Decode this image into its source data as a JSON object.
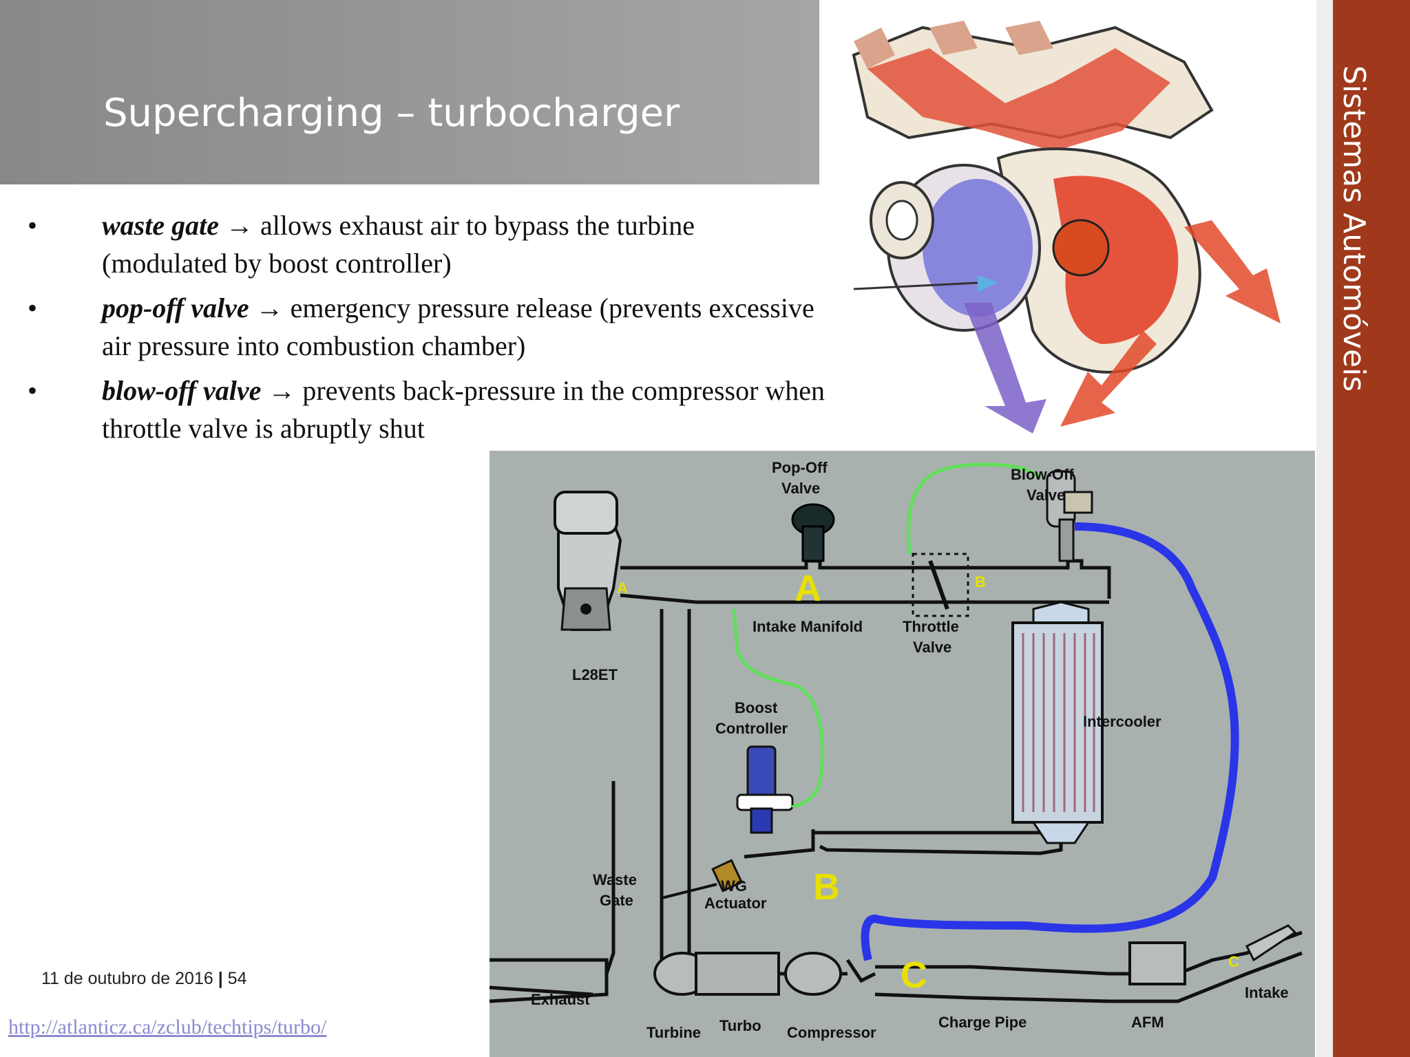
{
  "slide": {
    "title": "Supercharging – turbocharger",
    "side_label": "Sistemas Automóveis",
    "bullets": [
      {
        "marker": "•",
        "term": "waste gate",
        "text": " → allows exhaust air to bypass the turbine (modulated by boost controller)"
      },
      {
        "marker": "•",
        "term": "pop-off valve",
        "text": " → emergency pressure release (prevents excessive air pressure into combustion chamber)"
      },
      {
        "marker": "•",
        "term": "blow-off valve",
        "text": " →  prevents back-pressure in the compressor when throttle valve is abruptly shut"
      }
    ],
    "footer": {
      "date": "11 de outubro de 2016",
      "separator": "|",
      "page": "54"
    },
    "source_link": "http://atlanticz.ca/zclub/techtips/turbo/"
  },
  "diagram": {
    "labels": {
      "pop_off_1": "Pop-Off",
      "pop_off_2": "Valve",
      "blow_off_1": "Blow-Off",
      "blow_off_2": "Valve",
      "intake_manifold": "Intake Manifold",
      "throttle_1": "Throttle",
      "throttle_2": "Valve",
      "engine": "L28ET",
      "boost_1": "Boost",
      "boost_2": "Controller",
      "intercooler": "Intercooler",
      "waste_1": "Waste",
      "waste_2": "Gate",
      "wg_1": "WG",
      "wg_2": "Actuator",
      "exhaust": "Exhaust",
      "turbine": "Turbine",
      "turbo": "Turbo",
      "compressor": "Compressor",
      "charge_pipe": "Charge Pipe",
      "afm": "AFM",
      "intake": "Intake"
    },
    "markers": {
      "a_big": "A",
      "a_small": "A",
      "b_big": "B",
      "b_small": "B",
      "c_big": "C",
      "c_small": "C"
    },
    "colors": {
      "background": "#a9b1af",
      "vacuum_line": "#5fe05a",
      "boost_hose": "#2a35e8",
      "marker": "#e8e000"
    }
  }
}
